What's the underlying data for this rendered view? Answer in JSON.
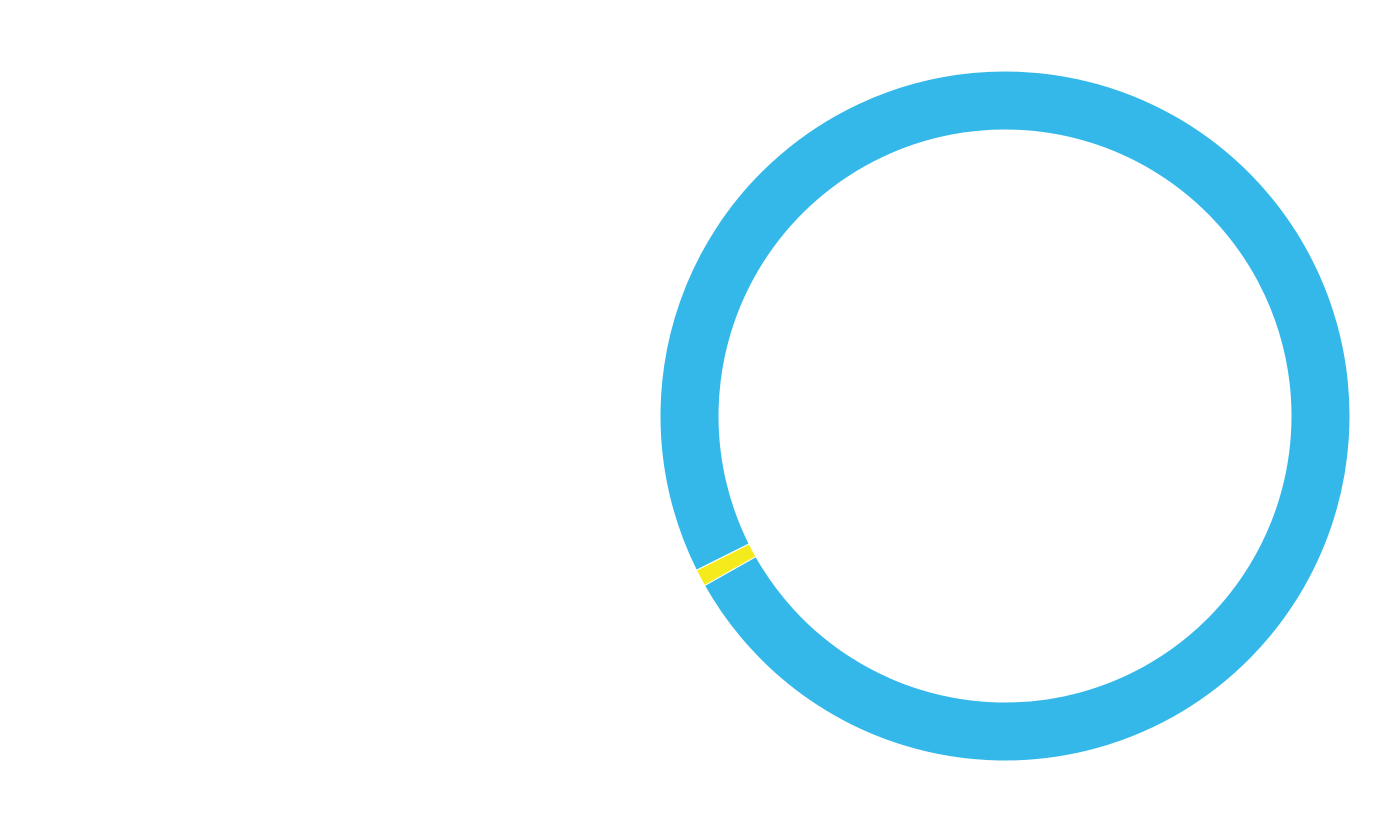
{
  "chart_data": {
    "type": "pie",
    "variant": "donut",
    "title": "",
    "legend": "none",
    "slices": [
      {
        "value": 99.2,
        "color": "#33b8e9"
      },
      {
        "value": 0.8,
        "color": "#f5eb1c"
      }
    ]
  }
}
